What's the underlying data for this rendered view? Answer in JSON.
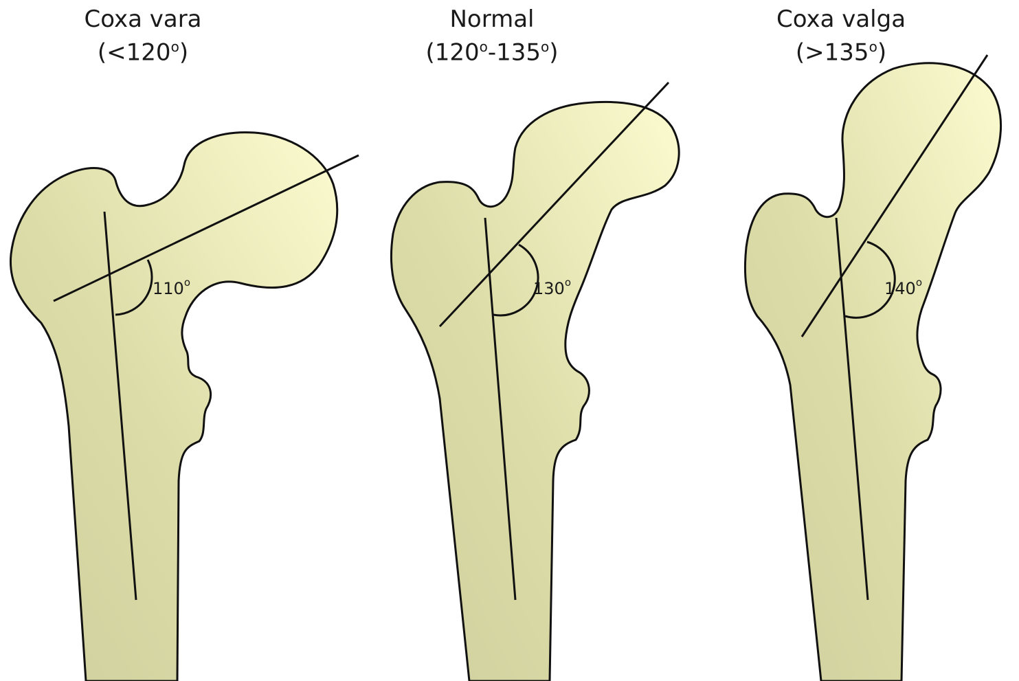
{
  "panels": [
    {
      "title": "Coxa vara",
      "range_prefix": "(<120",
      "range_deg": "o",
      "range_suffix": ")",
      "angle_value": "110",
      "angle_deg": "o"
    },
    {
      "title": "Normal",
      "range_prefix": "(120",
      "range_deg": "o",
      "range_mid": "-135",
      "range_deg2": "o",
      "range_suffix": ")",
      "angle_value": "130",
      "angle_deg": "o"
    },
    {
      "title": "Coxa valga",
      "range_prefix": "(>135",
      "range_deg": "o",
      "range_suffix": ")",
      "angle_value": "140",
      "angle_deg": "o"
    }
  ],
  "colors": {
    "bone_shaft": "#cfcf9e",
    "bone_head": "#fbfbd0",
    "outline": "#111111"
  }
}
